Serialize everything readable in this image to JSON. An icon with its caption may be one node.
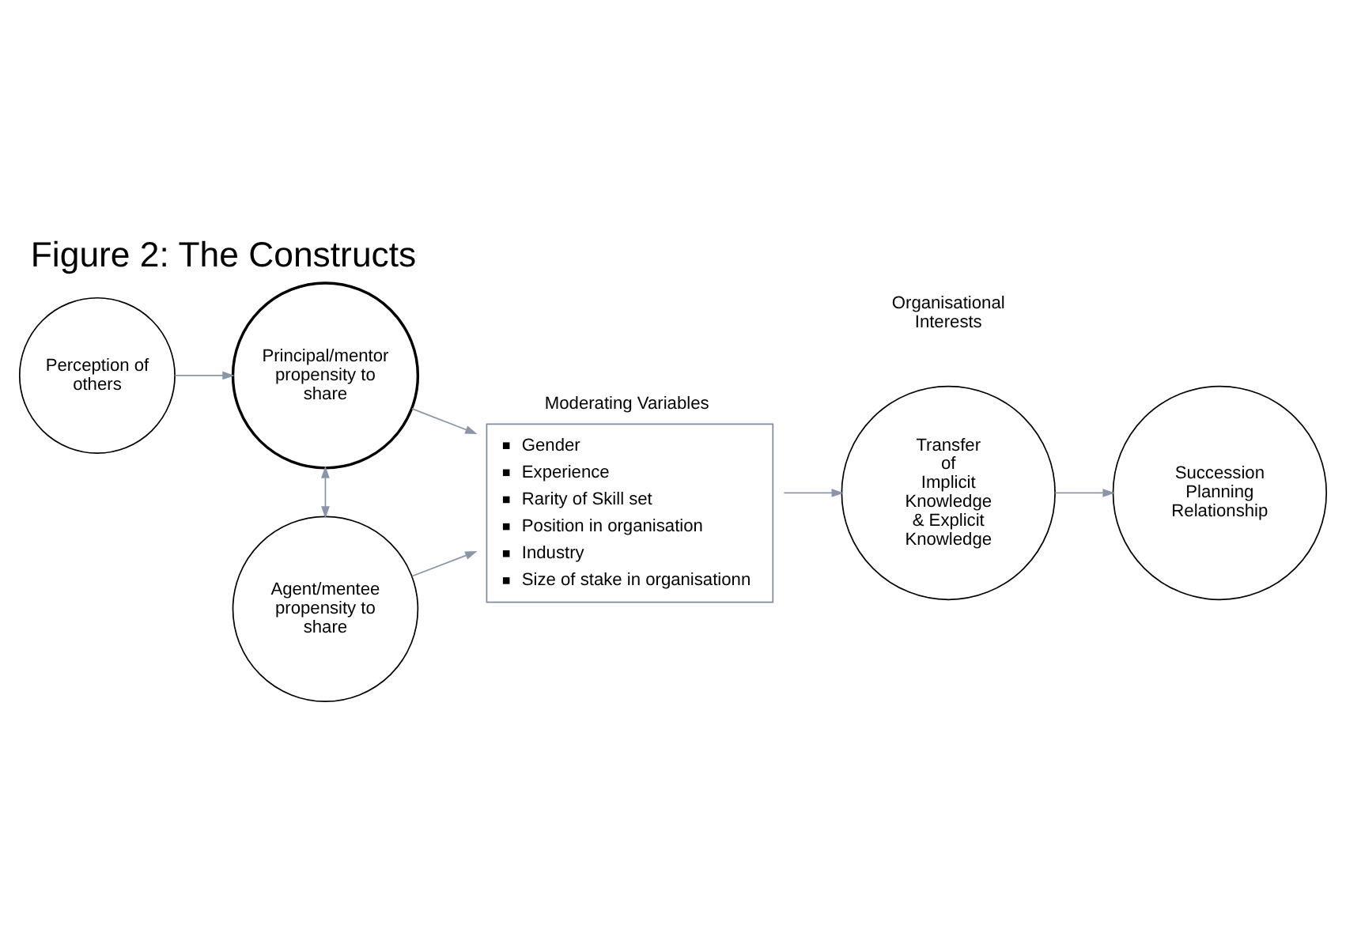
{
  "diagram": {
    "title": "Figure 2: The Constructs",
    "nodes": [
      {
        "text": [
          "Perception of others"
        ]
      },
      {
        "text": [
          "Principal/mentor propensity to share"
        ]
      },
      {
        "text": [
          "Agent/mentee propensity to share"
        ]
      },
      {
        "text": [
          "Moderating Variables",
          "Gender",
          "Experience",
          "Rarity of Skill set",
          "Position in organisation",
          "Industry",
          "Size of stake in organisationn"
        ]
      },
      {
        "text": [
          "Organisational Interests",
          "Transfer of Implicit Knowledge & Explicit Knowledge"
        ]
      },
      {
        "text": [
          "Succession Planning Relationship"
        ]
      }
    ],
    "edges": [
      {
        "from": 0,
        "to": 1,
        "arrow": "to"
      },
      {
        "from": 1,
        "to": 2,
        "arrow": "both"
      },
      {
        "from": 1,
        "to": 3,
        "arrow": "to"
      },
      {
        "from": 2,
        "to": 3,
        "arrow": "to"
      },
      {
        "from": 3,
        "to": 4,
        "arrow": "to"
      },
      {
        "from": 4,
        "to": 5,
        "arrow": "to"
      }
    ]
  }
}
